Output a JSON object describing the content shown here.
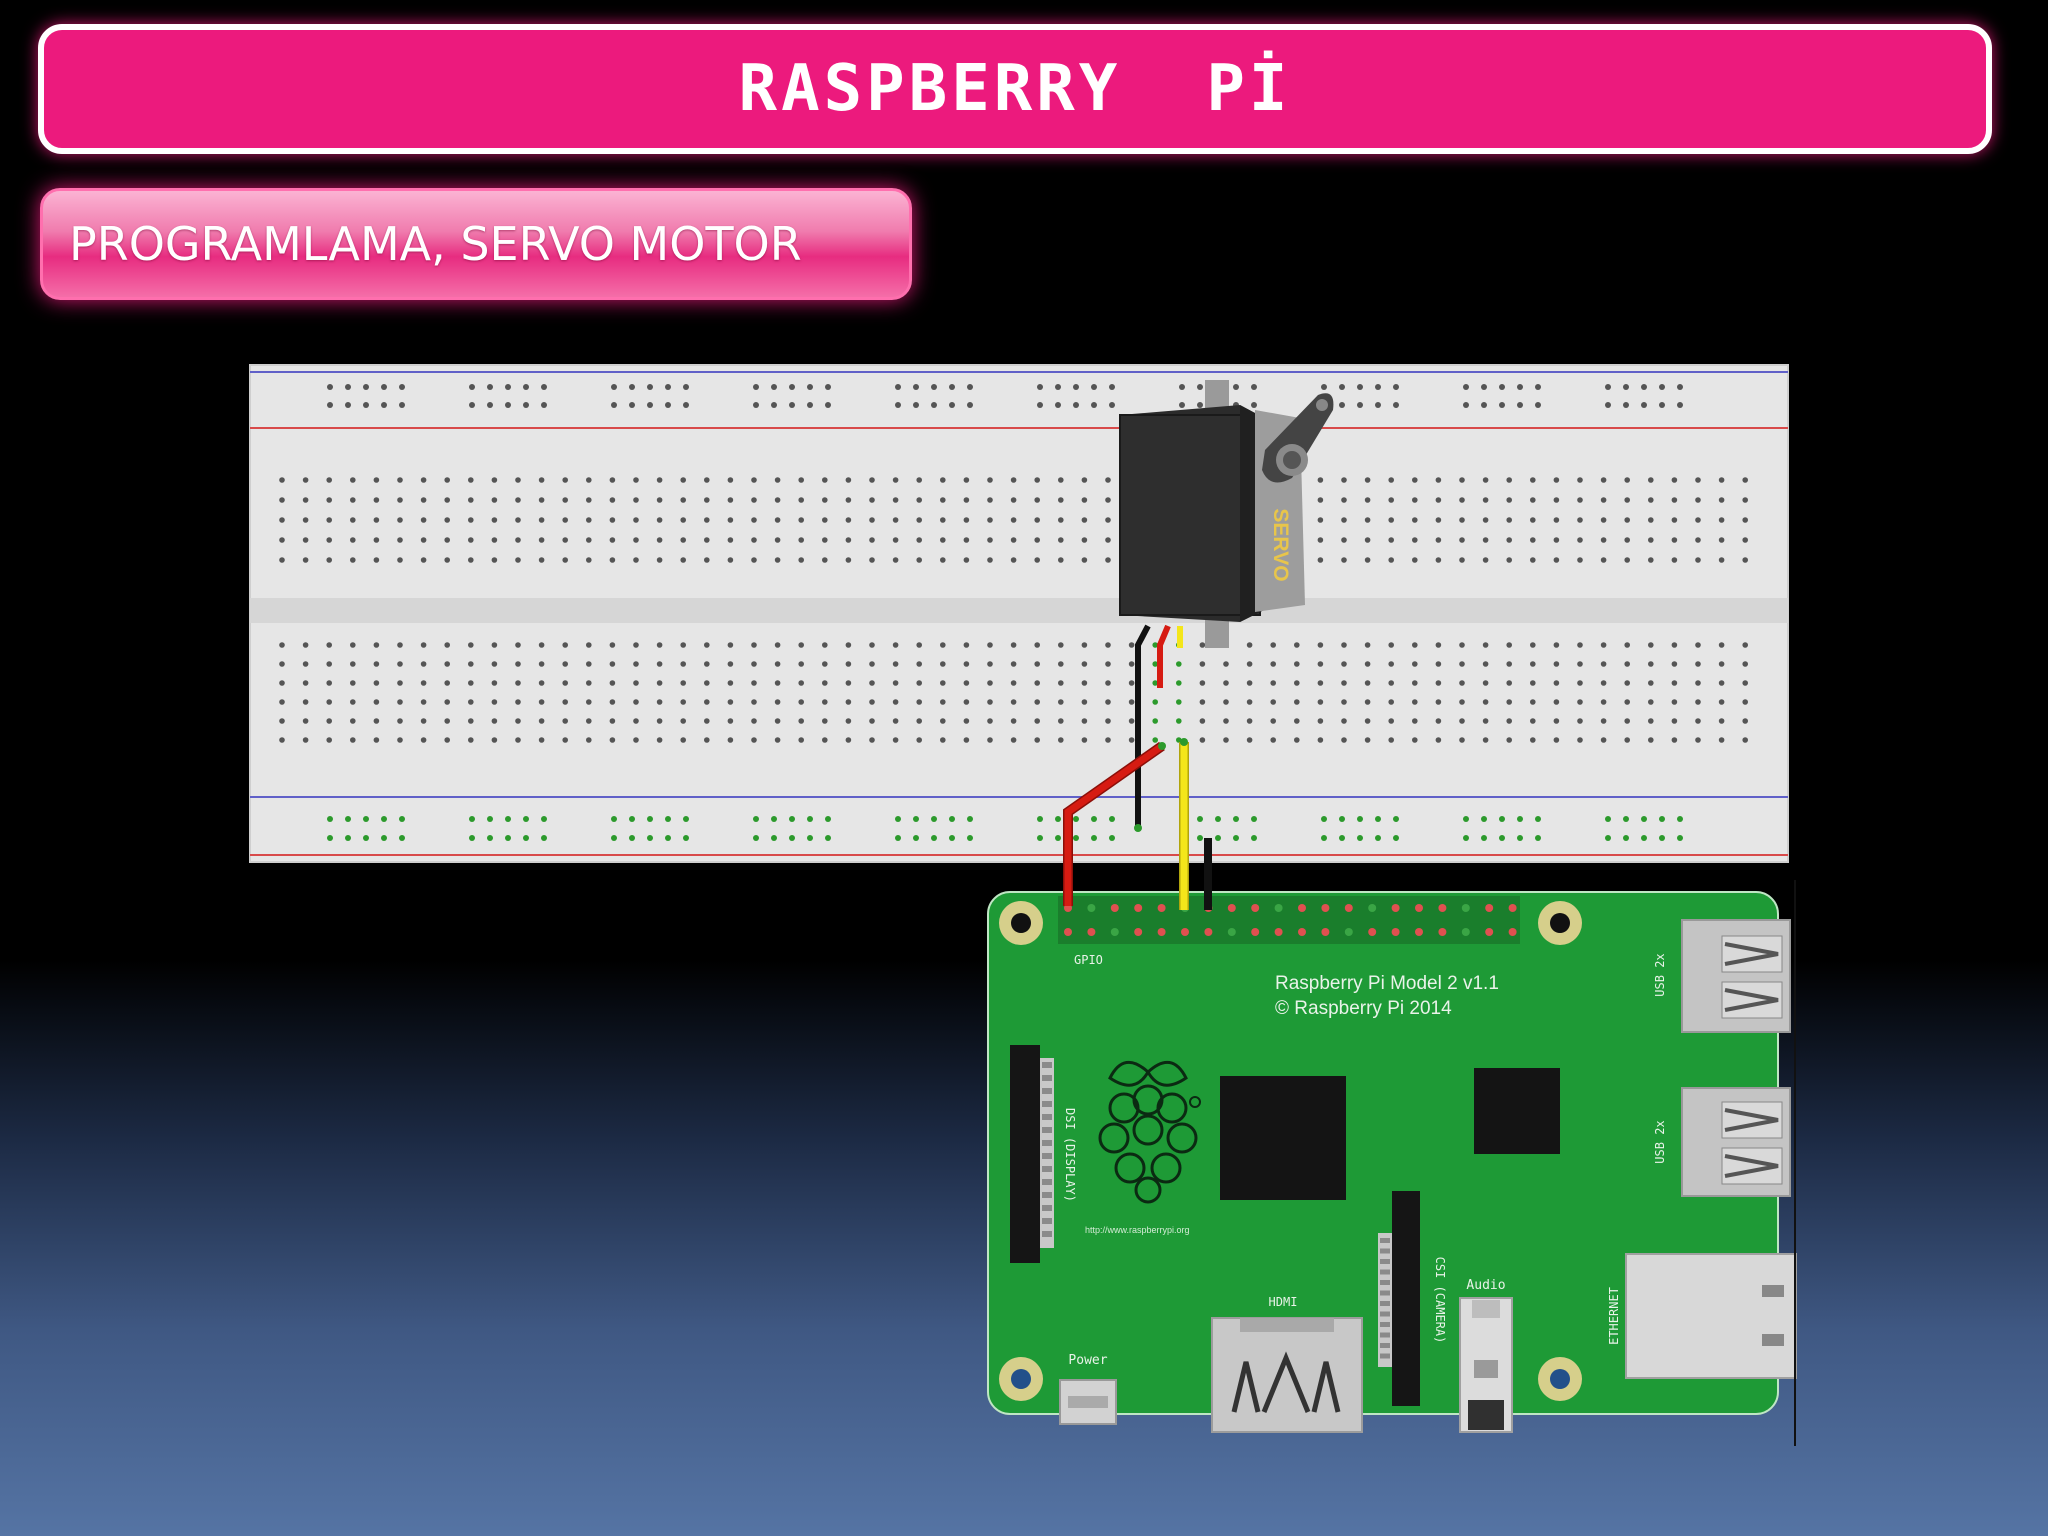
{
  "slide": {
    "title": "RASPBERRY  Pİ",
    "subtitle": "PROGRAMLAMA, SERVO MOTOR"
  },
  "diagram": {
    "servo_label": "SERVO",
    "board_name": "Raspberry Pi Model 2 v1.1",
    "board_copyright": "© Raspberry Pi 2014",
    "gpio_label": "GPIO",
    "dsi_label": "DSI (DISPLAY)",
    "csi_label": "CSI (CAMERA)",
    "hdmi_label": "HDMI",
    "audio_label": "Audio",
    "power_label": "Power",
    "ethernet_label": "ETHERNET",
    "usb_top_label": "USB 2x",
    "usb_bottom_label": "USB 2x",
    "logo_url": "http://www.raspberrypi.org",
    "colors": {
      "pcb": "#1e9a36",
      "breadboard": "#e5e5e5",
      "wire_red": "#d61b12",
      "wire_yellow": "#f4e61a",
      "wire_black": "#111111"
    }
  }
}
